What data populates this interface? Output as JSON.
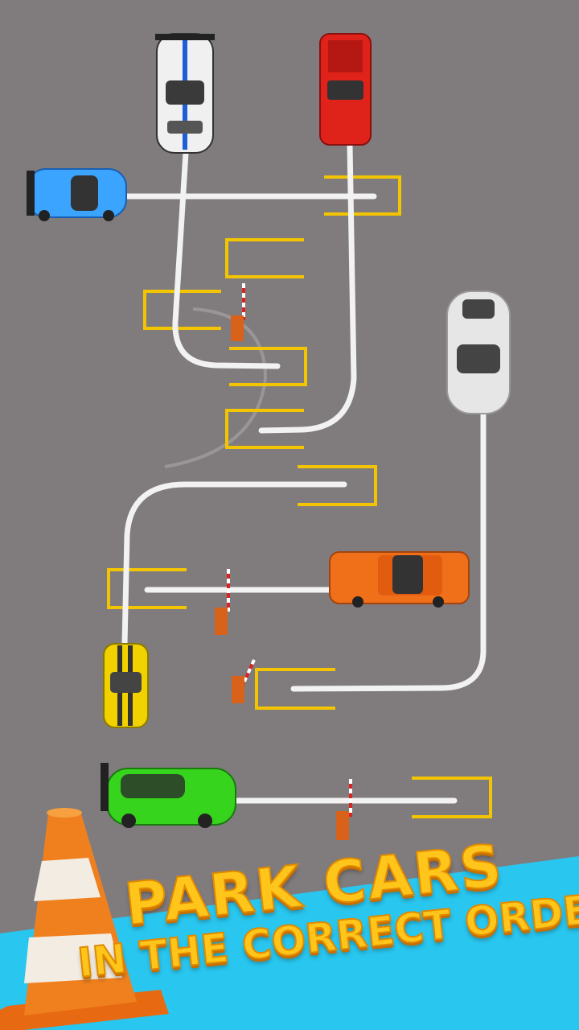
{
  "banner": {
    "line1": "PARK CARS",
    "line2": "IN THE CORRECT ORDER"
  },
  "colors": {
    "ground": "#807b7d",
    "path": "#f2f2f2",
    "parking": "#f2c500",
    "banner": "#29c6ef",
    "title": "#ffc51a"
  },
  "cars": [
    {
      "name": "white-blue-striped-car",
      "color": "#f0f0f0",
      "stripe": "#1f5fd6"
    },
    {
      "name": "red-pickup",
      "color": "#e0231a"
    },
    {
      "name": "blue-car",
      "color": "#3aa4ff"
    },
    {
      "name": "white-car",
      "color": "#e6e6e6"
    },
    {
      "name": "orange-car",
      "color": "#f0701a"
    },
    {
      "name": "yellow-car",
      "color": "#f2d100",
      "stripe": "#333"
    },
    {
      "name": "green-car",
      "color": "#36d41c",
      "stripe": "#2a2a2a"
    }
  ],
  "icons": {
    "cone": "traffic-cone-icon",
    "barrier": "boom-barrier-icon"
  }
}
